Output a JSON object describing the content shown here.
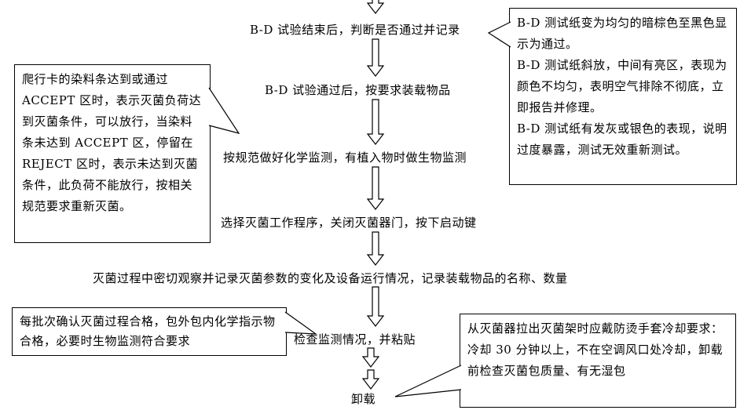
{
  "flow": {
    "steps": [
      "B-D 试验结束后，判断是否通过并记录",
      "B-D 试验通过后，按要求装载物品",
      "按规范做好化学监测，有植入物时做生物监测",
      "选择灭菌工作程序，关闭灭菌器门，按下启动键",
      "灭菌过程中密切观察并记录灭菌参数的变化及设备运行情况，记录装载物品的名称、数量",
      "检查监测情况，并粘贴",
      "卸载"
    ]
  },
  "callouts": {
    "bd_result": {
      "paragraphs": [
        "B-D 测试纸变为均匀的暗棕色至黑色显示为通过。",
        "B-D 测试纸斜放，中间有亮区，表现为颜色不均匀，表明空气排除不彻底，立即报告并修理。",
        "B-D 测试纸有发灰或银色的表现，说明过度暴露，测试无效重新测试。"
      ]
    },
    "crawl_card": {
      "text": "爬行卡的染料条达到或通过 ACCEPT 区时，表示灭菌负荷达到灭菌条件，可以放行，当染料条未达到 ACCEPT 区，停留在 REJECT 区时，表示未达到灭菌条件，此负荷不能放行，按相关规范要求重新灭菌。"
    },
    "batch_check": {
      "text": "每批次确认灭菌过程合格，包外包内化学指示物合格，必要时生物监测符合要求"
    },
    "unload": {
      "text": "从灭菌器拉出灭菌架时应戴防烫手套冷却要求：冷却 30 分钟以上，不在空调风口处冷却，卸载前检查灭菌包质量、有无湿包"
    }
  }
}
